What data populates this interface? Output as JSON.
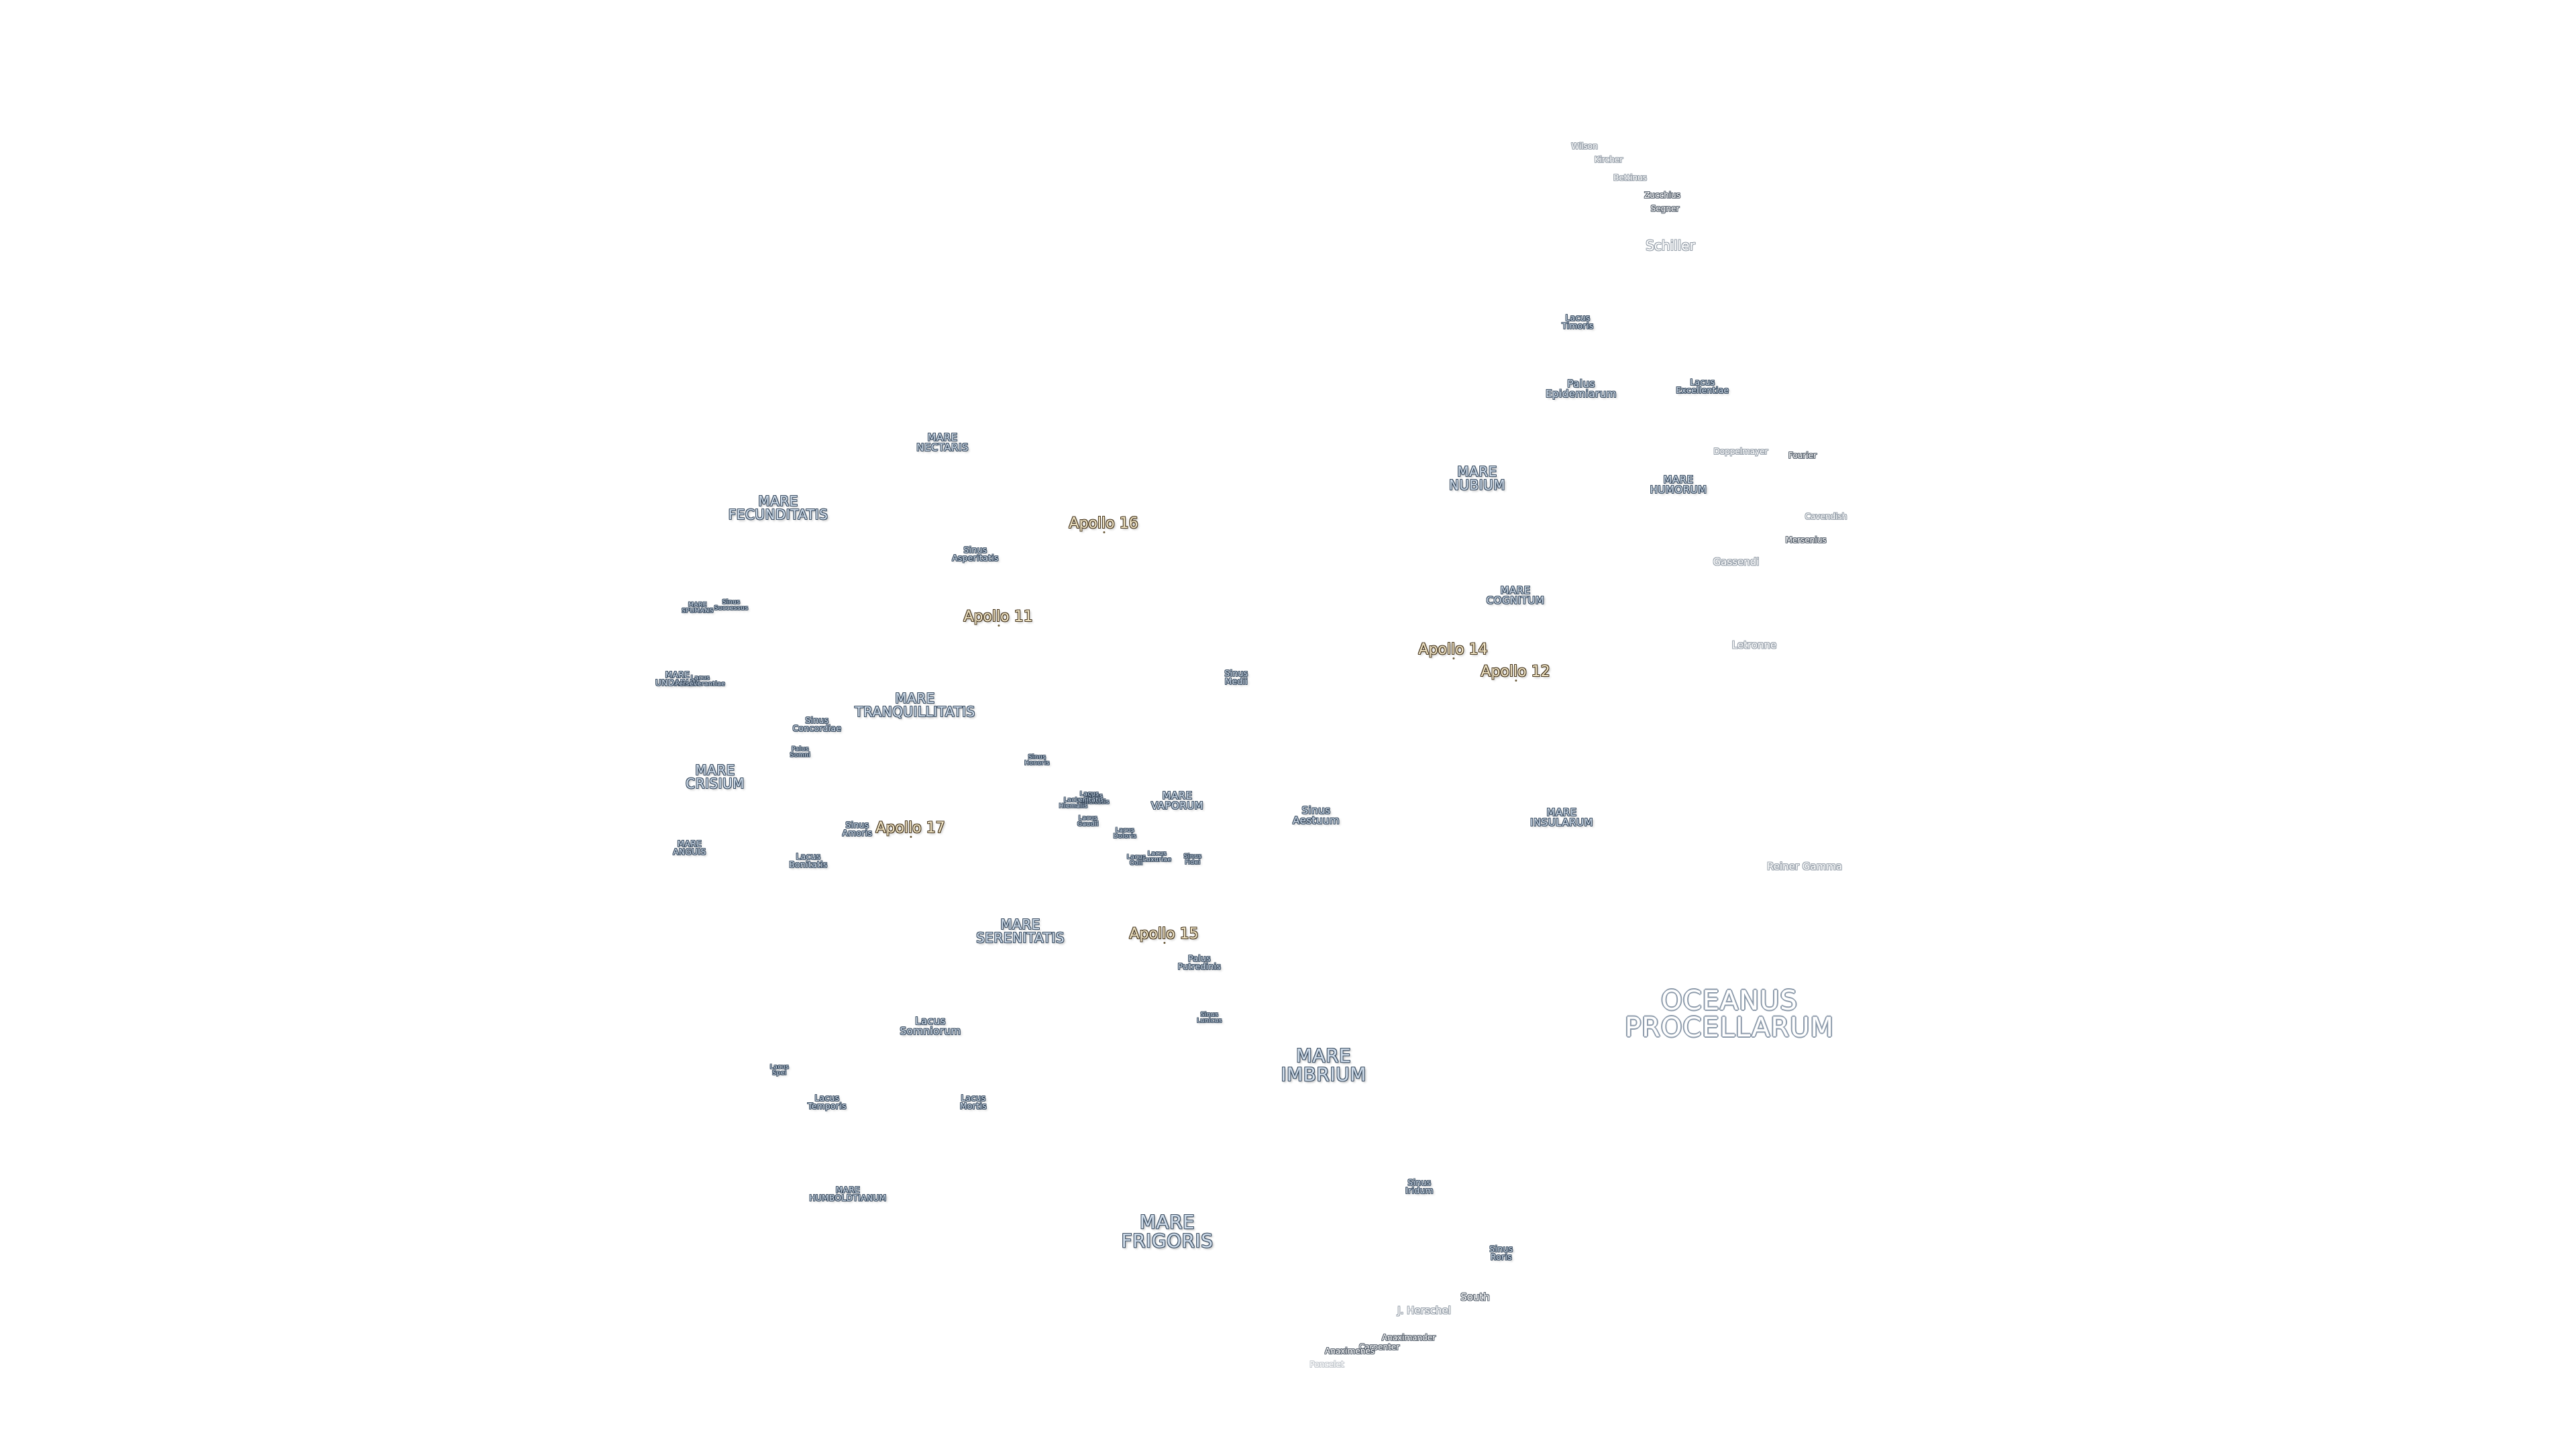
{
  "map": {
    "colors": {
      "background": "#ffffff",
      "mare_fill": "#cfdcea",
      "mare_outline": "#3d4f63",
      "apollo_fill": "#efe3c4",
      "apollo_outline": "#4a3a22",
      "crater_outline": "#9aa3ad"
    },
    "ocean": {
      "procellarum": "OCEANUS\nPROCELLARUM"
    },
    "maria": {
      "frigoris": "MARE\nFRIGORIS",
      "imbrium": "MARE\nIMBRIUM",
      "serenitatis": "MARE\nSERENITATIS",
      "tranquillitatis": "MARE\nTRANQUILLITATIS",
      "crisium": "MARE\nCRISIUM",
      "fecunditatis": "MARE\nFECUNDITATIS",
      "nectaris": "MARE\nNECTARIS",
      "nubium": "MARE\nNUBIUM",
      "humorum": "MARE\nHUMORUM",
      "cognitum": "MARE\nCOGNITUM",
      "insularum": "MARE\nINSULARUM",
      "vaporum": "MARE\nVAPORUM",
      "humboldtianum": "MARE\nHUMBOLDTIANUM",
      "spumans": "MARE\nSPUMANS",
      "undarum": "MARE\nUNDARUM",
      "anguis": "MARE\nANGUIS"
    },
    "lacus": {
      "somniorum": "Lacus\nSomniorum",
      "temporis": "Lacus\nTemporis",
      "mortis": "Lacus\nMortis",
      "spei": "Lacus\nSpei",
      "bonitatis": "Lacus\nBonitatis",
      "timoris": "Lacus\nTimoris",
      "excellentiae": "Lacus\nExcellentiae",
      "doloris": "Lacus\nDoloris",
      "felicitatis": "Lacus\nFelicitatis",
      "gaudii": "Lacus\nGaudii",
      "hiemalis": "Lacus\nHiemalis",
      "lenitatis": "Lacus\nLenitatis",
      "odii": "Lacus\nOdii",
      "luxuriae": "Lacus\nLuxuriae",
      "perseverantiae": "Lacus\nPerseverantiae"
    },
    "sinus": {
      "iridum": "Sinus\nIridum",
      "roris": "Sinus\nRoris",
      "aestuum": "Sinus\nAestuum",
      "medii": "Sinus\nMedii",
      "asperitatis": "Sinus\nAsperitatis",
      "concordiae": "Sinus\nConcordiae",
      "honoris": "Sinus\nHonoris",
      "amoris": "Sinus\nAmoris",
      "fidei": "Sinus\nFidei",
      "lunicus": "Sinus\nLunicus",
      "successus": "Sinus\nSuccessus"
    },
    "palus": {
      "epidemiarum": "Palus\nEpidemiarum",
      "putredinis": "Palus\nPutredinis",
      "somni": "Palus\nSomni"
    },
    "apollo": {
      "a11": "Apollo 11",
      "a12": "Apollo 12",
      "a14": "Apollo 14",
      "a15": "Apollo 15",
      "a16": "Apollo 16",
      "a17": "Apollo 17"
    },
    "craters": {
      "schiller": "Schiller",
      "wilson": "Wilson",
      "kircher": "Kircher",
      "bettinus": "Bettinus",
      "zucchius": "Zucchius",
      "segner": "Segner",
      "doppelmayer": "Doppelmayer",
      "fourier": "Fourier",
      "cavendish": "Cavendish",
      "mersenius": "Mersenius",
      "gassendi": "Gassendi",
      "letronne": "Letronne",
      "reiner_gamma": "Reiner Gamma",
      "j_herschel": "J. Herschel",
      "south": "South",
      "anaximander": "Anaximander",
      "carpenter": "Carpenter",
      "anaximenes": "Anaximenes",
      "poncelet": "Poncelet"
    }
  }
}
